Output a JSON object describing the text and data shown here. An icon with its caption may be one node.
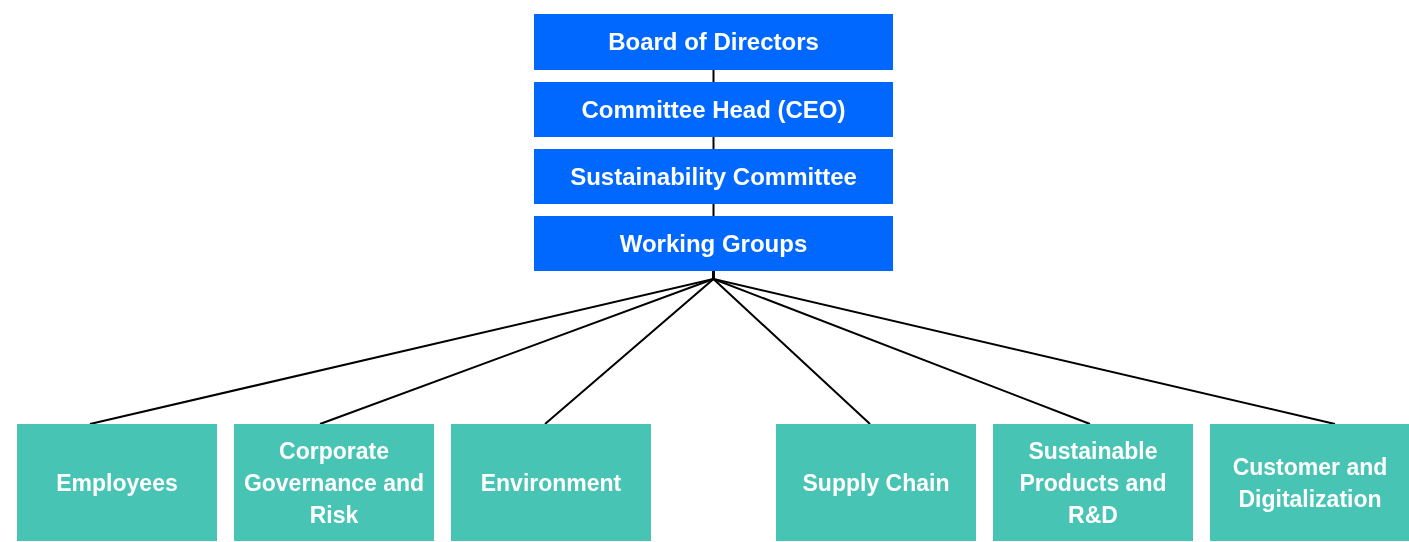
{
  "diagram": {
    "nodes": [
      {
        "text": [
          "Board of Directors"
        ]
      },
      {
        "text": [
          "Committee Head (CEO)"
        ]
      },
      {
        "text": [
          "Sustainability Committee"
        ]
      },
      {
        "text": [
          "Working Groups"
        ]
      },
      {
        "text": [
          "Employees"
        ]
      },
      {
        "text": [
          "Corporate Governance and Risk"
        ]
      },
      {
        "text": [
          "Environment"
        ]
      },
      {
        "text": [
          "Supply Chain"
        ]
      },
      {
        "text": [
          "Sustainable Products and R&D"
        ]
      },
      {
        "text": [
          "Customer and Digitalization"
        ]
      }
    ],
    "edges": [
      {
        "from": 0,
        "to": 1,
        "arrow": "none"
      },
      {
        "from": 1,
        "to": 2,
        "arrow": "none"
      },
      {
        "from": 2,
        "to": 3,
        "arrow": "none"
      },
      {
        "from": 3,
        "to": 4,
        "arrow": "none"
      },
      {
        "from": 3,
        "to": 5,
        "arrow": "none"
      },
      {
        "from": 3,
        "to": 6,
        "arrow": "none"
      },
      {
        "from": 3,
        "to": 7,
        "arrow": "none"
      },
      {
        "from": 3,
        "to": 8,
        "arrow": "none"
      },
      {
        "from": 3,
        "to": 9,
        "arrow": "none"
      }
    ]
  }
}
